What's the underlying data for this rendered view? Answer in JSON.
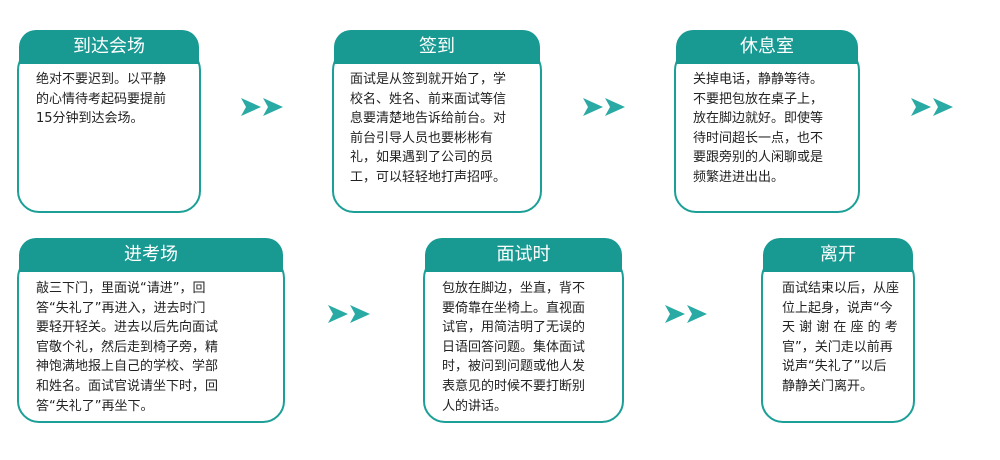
{
  "steps": [
    {
      "title": "到达会场",
      "text": "绝对不要迟到。以平静\n的心情待考起码要提前\n15分钟到达会场。"
    },
    {
      "title": "签到",
      "text": "面试是从签到就开始了，学\n校名、姓名、前来面试等信\n息要清楚地告诉给前台。对\n前台引导人员也要彬彬有\n礼，如果遇到了公司的员\n工，可以轻轻地打声招呼。"
    },
    {
      "title": "休息室",
      "text": "关掉电话，静静等待。\n不要把包放在桌子上，\n放在脚边就好。即使等\n待时间超长一点，也不\n要跟旁别的人闲聊或是\n频繁进进出出。"
    },
    {
      "title": "进考场",
      "text": "敲三下门，里面说“请进”，回\n答“失礼了”再进入，进去时门\n要轻开轻关。进去以后先向面试\n官敬个礼，然后走到椅子旁，精\n神饱满地报上自己的学校、学部\n和姓名。面试官说请坐下时，回\n答“失礼了”再坐下。"
    },
    {
      "title": "面试时",
      "text": "包放在脚边，坐直，背不\n要倚靠在坐椅上。直视面\n试官，用简洁明了无误的\n日语回答问题。集体面试\n时，被问到问题或他人发\n表意见的时候不要打断别\n人的讲话。"
    },
    {
      "title": "离开",
      "text": "面试结束以后，从座\n位上起身，说声“今\n天 谢 谢 在 座 的 考\n官”，关门走以前再\n说声“失礼了”以后\n静静关门离开。"
    }
  ],
  "colors": {
    "accent": "#189a93",
    "arrow": "#2aaaa4"
  },
  "icons": {
    "arrow": "double-chevron-right-icon"
  }
}
